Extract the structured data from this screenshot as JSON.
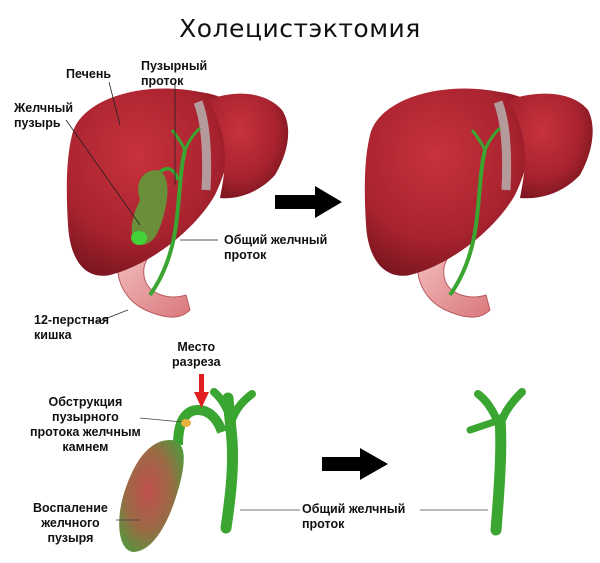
{
  "title": "Холецистэктомия",
  "labels": {
    "liver": "Печень",
    "cystic_duct": "Пузырный\nпроток",
    "gallbladder": "Желчный\nпузырь",
    "common_bile_duct_top": "Общий желчный\nпроток",
    "duodenum": "12-перстная\nкишка",
    "incision_site": "Место\nразреза",
    "obstruction": "Обструкция\nпузырного\nпротока желчным\nкамнем",
    "inflammation": "Воспаление\nжелчного\nпузыря",
    "common_bile_duct_bottom": "Общий желчный\nпроток"
  },
  "colors": {
    "liver": "#a8232f",
    "liver_dark": "#7e1620",
    "duct": "#3aa530",
    "duct_dark": "#2a7a25",
    "duodenum": "#e9a0a0",
    "arrow": "#000000",
    "incision_arrow": "#e02020",
    "gallbladder_fill": "#5fa84a",
    "inflamed": "#c0504d"
  }
}
